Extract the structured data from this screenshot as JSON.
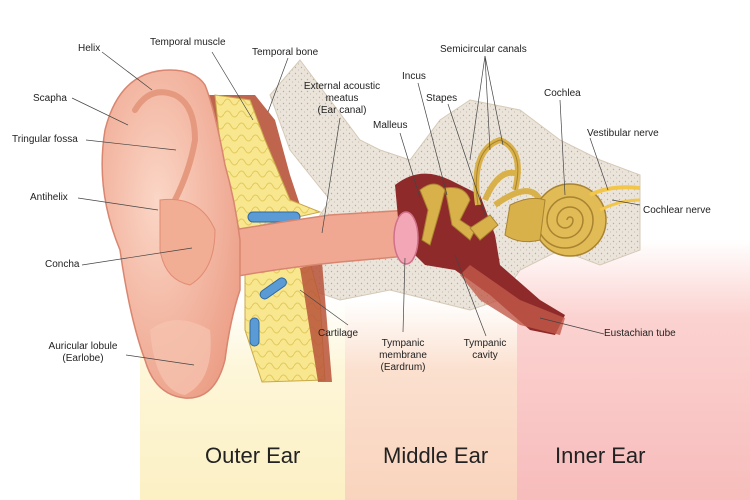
{
  "regions": {
    "outer": "Outer Ear",
    "middle": "Middle Ear",
    "inner": "Inner Ear"
  },
  "labels": {
    "helix": "Helix",
    "scapha": "Scapha",
    "tringular_fossa": "Tringular fossa",
    "antihelix": "Antihelix",
    "concha": "Concha",
    "auricular_lobule": "Auricular lobule",
    "earlobe": "(Earlobe)",
    "temporal_muscle": "Temporal muscle",
    "temporal_bone": "Temporal bone",
    "external_meatus_1": "External acoustic",
    "external_meatus_2": "meatus",
    "external_meatus_3": "(Ear canal)",
    "incus": "Incus",
    "semicircular_canals": "Semicircular canals",
    "stapes": "Stapes",
    "malleus": "Malleus",
    "cochlea": "Cochlea",
    "vestibular_nerve": "Vestibular nerve",
    "cochlear_nerve": "Cochlear nerve",
    "cartilage": "Cartilage",
    "tympanic_membrane_1": "Tympanic",
    "tympanic_membrane_2": "membrane",
    "tympanic_membrane_3": "(Eardrum)",
    "tympanic_cavity_1": "Tympanic",
    "tympanic_cavity_2": "cavity",
    "eustachian_tube": "Eustachian tube"
  },
  "colors": {
    "outer_bg": "#fdf6d8",
    "middle_bg": "#fbe0cf",
    "inner_bg": "#fbd2d0",
    "skin": "#f4b9a3",
    "bone": "#e9e1d6",
    "fat": "#f7e58a",
    "muscle": "#b8543a",
    "cavity": "#8e2a2a",
    "ossicle": "#d9b14a"
  }
}
